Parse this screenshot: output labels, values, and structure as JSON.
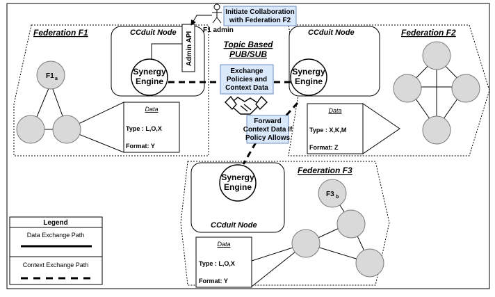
{
  "actor": {
    "label": "F1 admin"
  },
  "callouts": {
    "initiate": [
      "Initiate Collaboration",
      "with Federation F2"
    ],
    "exchange": [
      "Exchange",
      "Policies and",
      "Context Data"
    ],
    "forward": [
      "Forward",
      "Context Data If",
      "Policy Allows"
    ]
  },
  "topic": [
    "Topic Based",
    "PUB/SUB"
  ],
  "admin_api": "Admin API",
  "federations": {
    "f1": {
      "title": "Federation F1",
      "node_title": "CCduit Node",
      "engine": [
        "Synergy",
        "Engine"
      ],
      "peer_label": "F1",
      "peer_sub": "a",
      "data": {
        "header": "Data",
        "type": "Type : L,O,X",
        "format": "Format: Y"
      }
    },
    "f2": {
      "title": "Federation F2",
      "node_title": "CCduit Node",
      "engine": [
        "Synergy",
        "Engine"
      ],
      "data": {
        "header": "Data",
        "type": "Type : X,K,M",
        "format": "Format: Z"
      }
    },
    "f3": {
      "title": "Federation F3",
      "node_title": "CCduit Node",
      "engine": [
        "Synergy",
        "Engine"
      ],
      "peer_label": "F3",
      "peer_sub": "b",
      "data": {
        "header": "Data",
        "type": "Type : L,O,X",
        "format": "Format: Y"
      }
    }
  },
  "legend": {
    "title": "Legend",
    "items": [
      "Data Exchange Path",
      "Context Exchange Path"
    ]
  },
  "colors": {
    "callout_fill": "#dae8fc",
    "callout_stroke": "#6c8ebf",
    "peer_fill": "#d9d9d9",
    "peer_stroke": "#7a7a7a"
  }
}
